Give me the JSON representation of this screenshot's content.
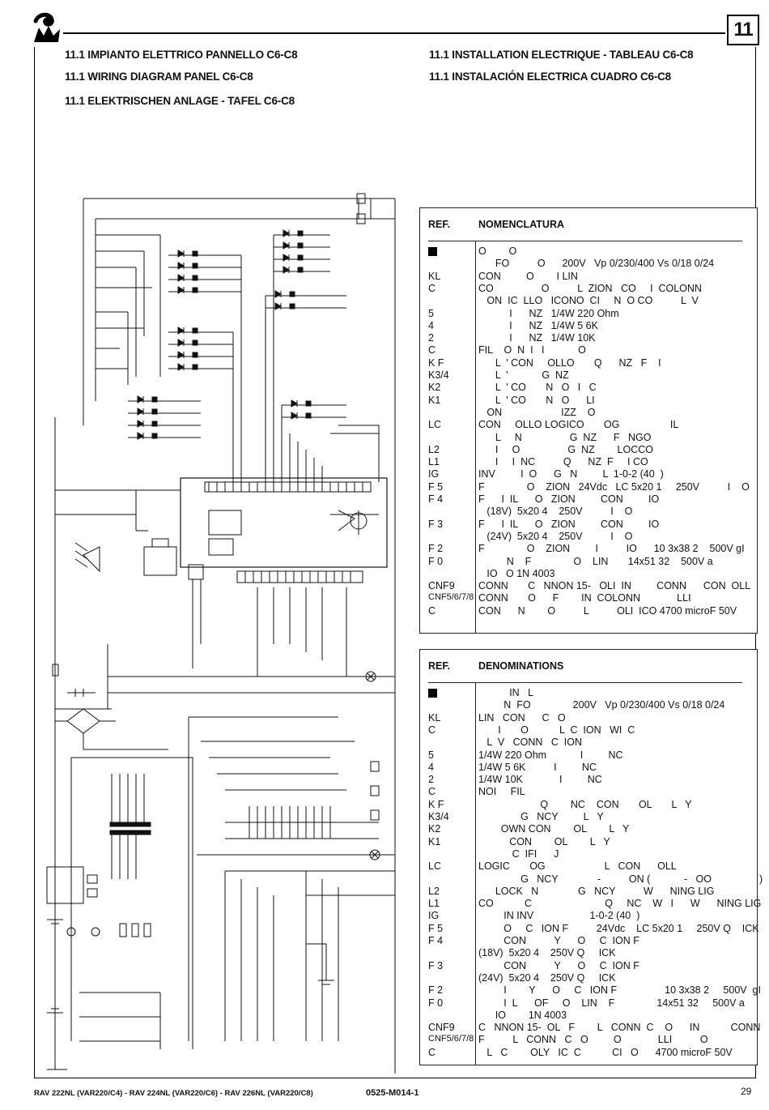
{
  "header": {
    "chapter_number": "11",
    "titles_left": [
      "11.1 IMPIANTO ELETTRICO PANNELLO C6-C8",
      "11.1 WIRING DIAGRAM PANEL C6-C8",
      "11.1 ELEKTRISCHEN ANLAGE - TAFEL C6-C8"
    ],
    "titles_right": [
      "11.1 INSTALLATION ELECTRIQUE  - TABLEAU C6-C8",
      "11.1 INSTALACIÓN ELECTRICA CUADRO C6-C8"
    ]
  },
  "table_it": {
    "col_ref": "REF.",
    "col_desc": "NOMENCLATURA",
    "rows": [
      {
        "ref": "■",
        "desc": "O        O"
      },
      {
        "ref": "",
        "desc": "      FO          O      200V   Vp 0/230/400 Vs 0/18 0/24"
      },
      {
        "ref": "KL",
        "desc": "CON         O        I LIN"
      },
      {
        "ref": "C",
        "desc": "CO                 O          L  ZION   CO     I  COLONN"
      },
      {
        "ref": "",
        "desc": "   ON  IC  LLO   ICONO  CI     N  O CO          L  V"
      },
      {
        "ref": "5",
        "desc": "           I      NZ   1/4W 220 Ohm"
      },
      {
        "ref": "4",
        "desc": "           I      NZ   1/4W 5 6K"
      },
      {
        "ref": "2",
        "desc": "           I      NZ   1/4W 10K"
      },
      {
        "ref": "C",
        "desc": "FIL    O  N  I   I            O"
      },
      {
        "ref": "K  F",
        "desc": "      L  ' CON     OLLO       Q      NZ   F    I"
      },
      {
        "ref": "K3/4",
        "desc": "      L  '            G  NZ"
      },
      {
        "ref": "K2",
        "desc": "      L  ' CO       N   O   I   C"
      },
      {
        "ref": "K1",
        "desc": "      L  ' CO       N   O      LI"
      },
      {
        "ref": "",
        "desc": "   ON                     IZZ    O"
      },
      {
        "ref": "LC",
        "desc": "CON     OLLO LOGICO       OG                  IL"
      },
      {
        "ref": "",
        "desc": "      L     N                 G  NZ      F   NGO"
      },
      {
        "ref": "L2",
        "desc": "      I     O                 G  NZ        LOCCO"
      },
      {
        "ref": "L1",
        "desc": "      I     I  NC          Q      NZ  F     I CO"
      },
      {
        "ref": "IG",
        "desc": "INV         I  O      G   N         L  1-0-2 (40  )"
      },
      {
        "ref": "F  5",
        "desc": "F               O    ZION   24Vdc   LC 5x20 1     250V          I    O"
      },
      {
        "ref": "F  4",
        "desc": "F      I  IL      O   ZION         CON         IO"
      },
      {
        "ref": "",
        "desc": "   (18V)  5x20 4    250V          I    O"
      },
      {
        "ref": "F  3",
        "desc": "F      I  IL      O   ZION         CON         IO"
      },
      {
        "ref": "",
        "desc": "   (24V)  5x20 4    250V          I    O"
      },
      {
        "ref": "F  2",
        "desc": "F               O    ZION         I          IO      10 3x38 2    500V gI"
      },
      {
        "ref": "F  0",
        "desc": "          N    F               O    LIN       14x51 32    500V a"
      },
      {
        "ref": "",
        "desc": "   IO   O 1N 4003"
      },
      {
        "ref": "CNF9",
        "desc": "CONN       C   NNON 15-   OLI  IN         CONN      CON  OLL"
      },
      {
        "ref": "CNF5/6/7/8",
        "desc": "CONN       O      F        IN  COLONN             LLI"
      },
      {
        "ref": "C",
        "desc": "CON      N        O          L          OLI  ICO 4700 microF 50V"
      }
    ]
  },
  "table_fr": {
    "col_ref": "REF.",
    "col_desc": "DENOMINATIONS",
    "rows": [
      {
        "ref": "■",
        "desc": "           IN   L"
      },
      {
        "ref": "",
        "desc": "         N  FO               200V   Vp 0/230/400 Vs 0/18 0/24"
      },
      {
        "ref": "KL",
        "desc": "LIN   CON      C   O"
      },
      {
        "ref": "C",
        "desc": "       I       O           L  C  ION   WI  C"
      },
      {
        "ref": "",
        "desc": "   L  V   CONN   C  ION"
      },
      {
        "ref": "5",
        "desc": "1/4W 220 Ohm            I         NC"
      },
      {
        "ref": "4",
        "desc": "1/4W 5 6K          I         NC"
      },
      {
        "ref": "2",
        "desc": "1/4W 10K             I         NC"
      },
      {
        "ref": "C",
        "desc": "NOI     FIL"
      },
      {
        "ref": "K  F",
        "desc": "                      Q        NC    CON       OL       L   Y"
      },
      {
        "ref": "K3/4",
        "desc": "               G   NCY         L   Y"
      },
      {
        "ref": "K2",
        "desc": "        OWN CON        OL        L   Y"
      },
      {
        "ref": "K1",
        "desc": "           CON        OL        L   Y"
      },
      {
        "ref": "",
        "desc": "            C  IFI      J"
      },
      {
        "ref": "LC",
        "desc": "LOGIC       OG                     L   CON      OLL"
      },
      {
        "ref": "",
        "desc": "               G   NCY              -          ON (            -   OO                 )"
      },
      {
        "ref": "L2",
        "desc": "      LOCK   N              G   NCY          W      NING LIG"
      },
      {
        "ref": "L1",
        "desc": "CO           C                          Q     NC    W   I      W      NING LIG"
      },
      {
        "ref": "IG",
        "desc": "         IN INV                    1-0-2 (40  )"
      },
      {
        "ref": "F  5",
        "desc": "         O     C   ION F          24Vdc    LC 5x20 1     250V Q    ICK"
      },
      {
        "ref": "F  4",
        "desc": "         CON          Y      O     C  ION F"
      },
      {
        "ref": "",
        "desc": "(18V)  5x20 4    250V Q     ICK"
      },
      {
        "ref": "F  3",
        "desc": "         CON          Y      O     C  ION F"
      },
      {
        "ref": "",
        "desc": "(24V)  5x20 4    250V Q     ICK"
      },
      {
        "ref": "F  2",
        "desc": "         I        Y      O     C   ION F                 10 3x38 2     500V  gI"
      },
      {
        "ref": "F  0",
        "desc": "         I  L      OF     O    LIN    F               14x51 32     500V a"
      },
      {
        "ref": "",
        "desc": "      IO        1N 4003"
      },
      {
        "ref": "CNF9",
        "desc": "C   NNON 15-  OL   F        L   CONN  C    O      IN           CONN"
      },
      {
        "ref": "CNF5/6/7/8",
        "desc": "F          L   CONN   C   O         O             LLI          O"
      },
      {
        "ref": "C",
        "desc": "   L   C        OLY   IC  C           CI   O      4700 microF 50V"
      }
    ]
  },
  "footer": {
    "models": "RAV 222NL (VAR220/C4)  - RAV 224NL (VAR220/C6)  - RAV 226NL (VAR220/C8)",
    "doc_code": "0525-M014-1",
    "page_number": "29"
  }
}
